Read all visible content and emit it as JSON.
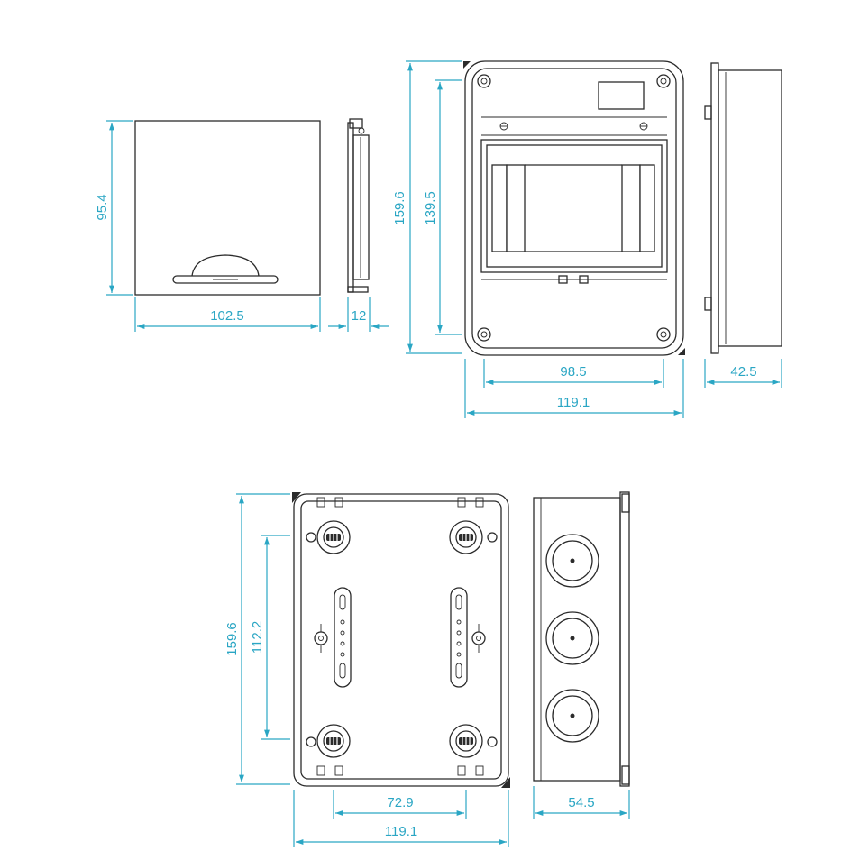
{
  "colors": {
    "dimension": "#2aa6c4",
    "outline": "#2b2b2b",
    "background": "#ffffff"
  },
  "dimensions": {
    "cover_front_height": "95.4",
    "cover_front_width": "102.5",
    "cover_side_depth": "12",
    "front_height_overall": "159.6",
    "front_height_inner": "139.5",
    "front_width_inner": "98.5",
    "front_width_overall": "119.1",
    "side_depth": "42.5",
    "back_height_overall": "159.6",
    "back_height_mount": "112.2",
    "back_width_mount": "72.9",
    "back_width_overall": "119.1",
    "knockout_side_depth": "54.5"
  }
}
